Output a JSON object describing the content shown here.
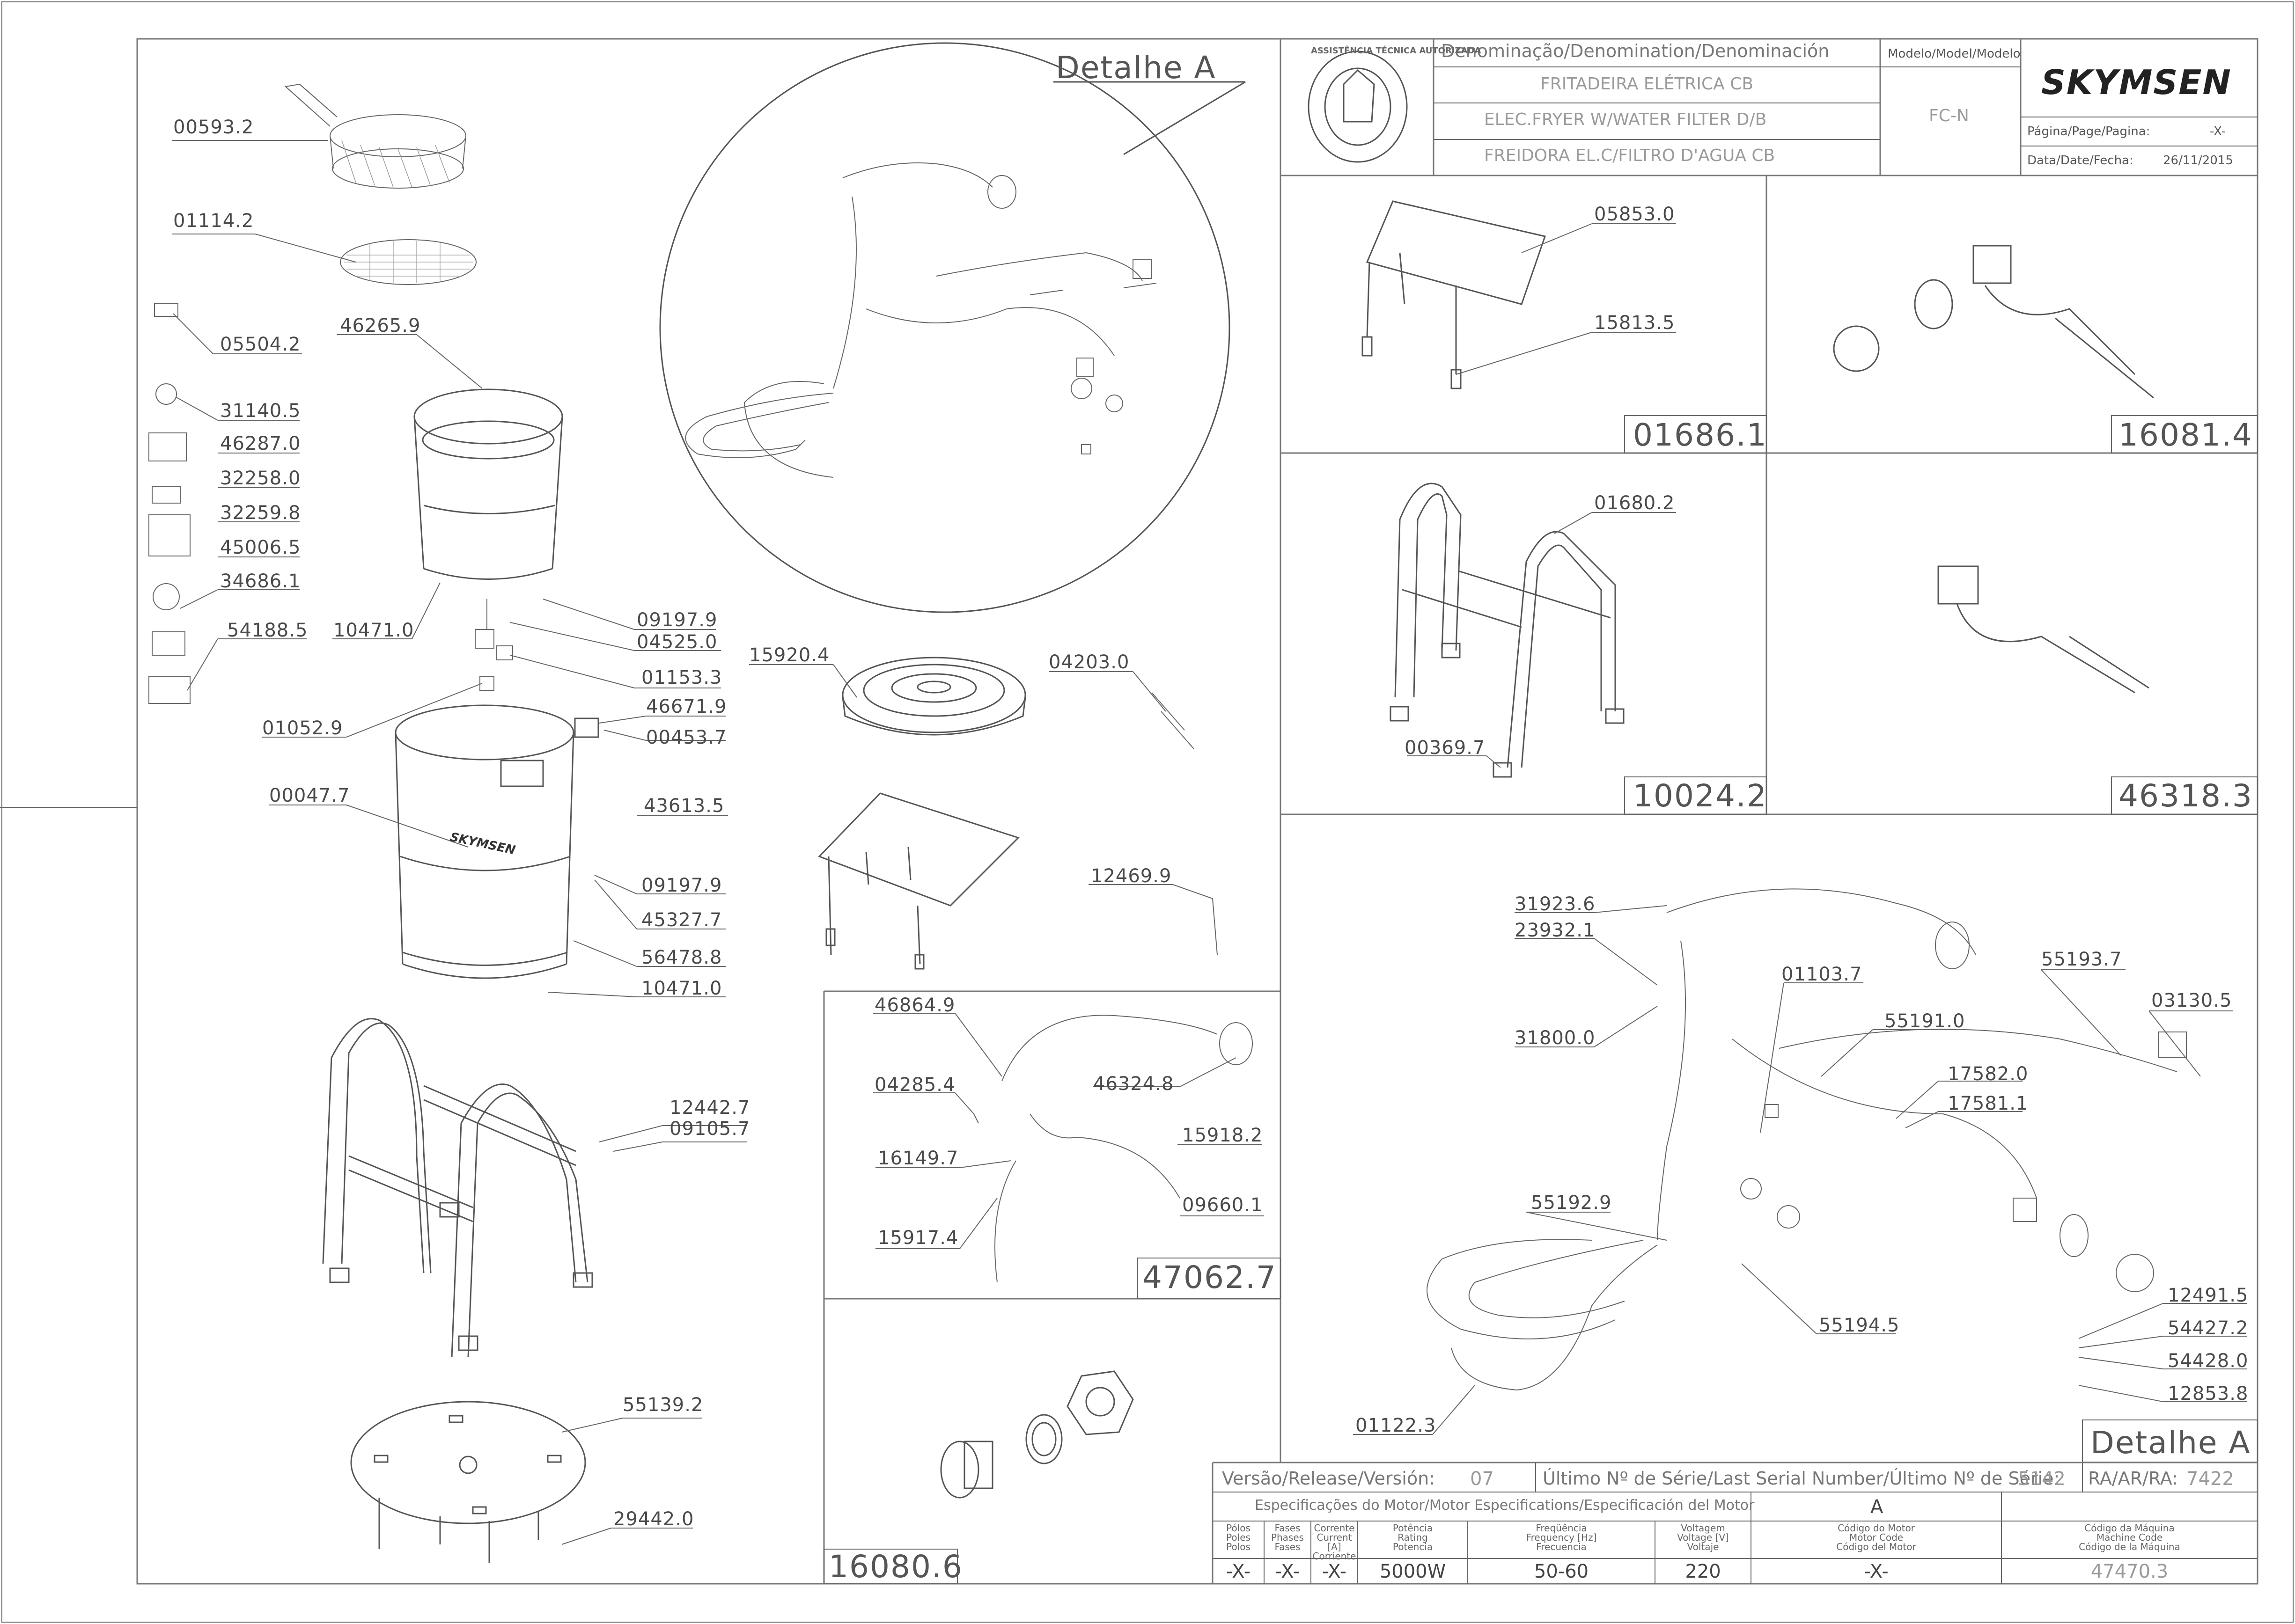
{
  "header": {
    "denomination_label": "Denominação/Denomination/Denominación",
    "names": [
      "FRITADEIRA ELÉTRICA CB",
      "ELEC.FRYER W/WATER FILTER D/B",
      "FREIDORA EL.C/FILTRO D'AGUA CB"
    ],
    "model_label": "Modelo/Model/Modelo",
    "model_value": "FC-N",
    "brand": "SKYMSEN",
    "page_label": "Página/Page/Pagina:",
    "page_value": "-X-",
    "date_label": "Data/Date/Fecha:",
    "date_value": "26/11/2015",
    "stamp_text": "ASSISTÊNCIA TÉCNICA AUTORIZADA"
  },
  "detail_titles": {
    "top": "Detalhe  A",
    "bottom": "Detalhe  A"
  },
  "panel_ids": {
    "p1": "01686.1",
    "p2": "16081.4",
    "p3": "10024.2",
    "p4": "46318.3",
    "p5": "47062.7",
    "p6": "16080.6"
  },
  "part_labels": {
    "l00593_2": "00593.2",
    "l01114_2": "01114.2",
    "l05504_2": "05504.2",
    "l46265_9": "46265.9",
    "l31140_5": "31140.5",
    "l46287_0": "46287.0",
    "l32258_0": "32258.0",
    "l32259_8": "32259.8",
    "l45006_5": "45006.5",
    "l34686_1": "34686.1",
    "l54188_5": "54188.5",
    "l10471_0a": "10471.0",
    "l09197_9a": "09197.9",
    "l04525_0": "04525.0",
    "l01153_3": "01153.3",
    "l01052_9": "01052.9",
    "l46671_9": "46671.9",
    "l00453_7": "00453.7",
    "l00047_7": "00047.7",
    "l43613_5": "43613.5",
    "l09197_9b": "09197.9",
    "l45327_7": "45327.7",
    "l56478_8": "56478.8",
    "l10471_0b": "10471.0",
    "l12442_7": "12442.7",
    "l09105_7": "09105.7",
    "l55139_2": "55139.2",
    "l29442_0": "29442.0",
    "l15920_4": "15920.4",
    "l04203_0": "04203.0",
    "l12469_9": "12469.9",
    "l46864_9": "46864.9",
    "l04285_4": "04285.4",
    "l46324_8": "46324.8",
    "l15918_2": "15918.2",
    "l16149_7": "16149.7",
    "l09660_1": "09660.1",
    "l15917_4": "15917.4",
    "l05853_0": "05853.0",
    "l15813_5": "15813.5",
    "l01680_2": "01680.2",
    "l00369_7": "00369.7",
    "l31923_6": "31923.6",
    "l23932_1": "23932.1",
    "l31800_0": "31800.0",
    "l01103_7": "01103.7",
    "l55193_7": "55193.7",
    "l03130_5": "03130.5",
    "l55191_0": "55191.0",
    "l17582_0": "17582.0",
    "l17581_1": "17581.1",
    "l55192_9": "55192.9",
    "l12491_5": "12491.5",
    "l54427_2": "54427.2",
    "l54428_0": "54428.0",
    "l12853_8": "12853.8",
    "l55194_5": "55194.5",
    "l01122_3": "01122.3"
  },
  "footer": {
    "version_label": "Versão/Release/Versión:",
    "version_value": "07",
    "serial_label": "Último Nº de Série/Last Serial Number/Último Nº de Série:",
    "serial_value": "5142",
    "ra_label": "RA/AR/RA:",
    "ra_value": "7422",
    "motor_spec_label": "Especificações do Motor/Motor Especifications/Especificación del Motor",
    "motor_spec_value": "A",
    "columns": [
      {
        "label": [
          "Pólos",
          "Poles",
          "Polos"
        ],
        "value": "-X-"
      },
      {
        "label": [
          "Fases",
          "Phases",
          "Fases"
        ],
        "value": "-X-"
      },
      {
        "label": [
          "Corrente",
          "Current [A]",
          "Corriente"
        ],
        "value": "-X-"
      },
      {
        "label": [
          "Potência",
          "Rating",
          "Potencia"
        ],
        "value": "5000W"
      },
      {
        "label": [
          "Freqüência",
          "Frequency [Hz]",
          "Frecuencia"
        ],
        "value": "50-60"
      },
      {
        "label": [
          "Voltagem",
          "Voltage [V]",
          "Voltaje"
        ],
        "value": "220"
      },
      {
        "label": [
          "Código do Motor",
          "Motor Code",
          "Código del Motor"
        ],
        "value": "-X-"
      },
      {
        "label": [
          "Código da Máquina",
          "Machine Code",
          "Código de la Máquina"
        ],
        "value": "47470.3"
      }
    ]
  }
}
